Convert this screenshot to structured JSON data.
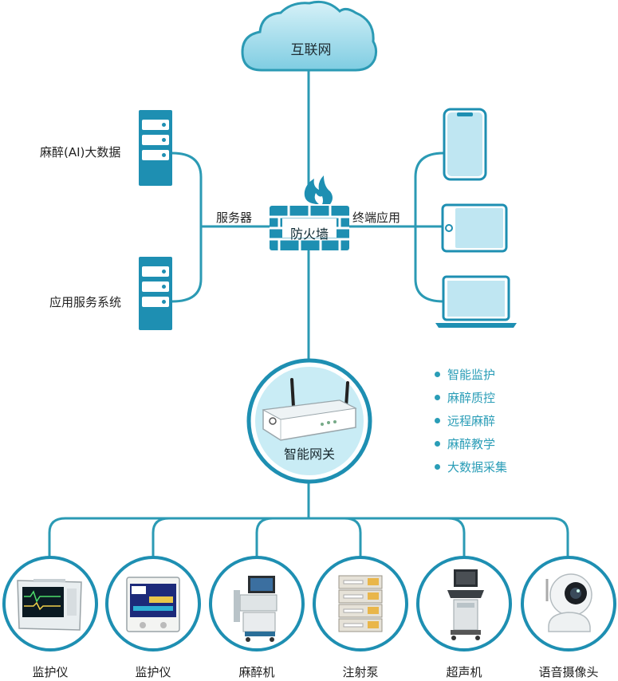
{
  "cloud": {
    "label": "互联网"
  },
  "firewall": {
    "label": "防火墙"
  },
  "servers": {
    "group_label": "服务器",
    "items": [
      {
        "label": "麻醉(AI)大数据"
      },
      {
        "label": "应用服务系统"
      }
    ]
  },
  "terminals": {
    "group_label": "终端应用"
  },
  "gateway": {
    "label": "智能网关"
  },
  "features": [
    "智能监护",
    "麻醉质控",
    "远程麻醉",
    "麻醉教学",
    "大数据采集"
  ],
  "devices": [
    {
      "label": "监护仪",
      "icon": "monitor-icon"
    },
    {
      "label": "监护仪",
      "icon": "monitor-icon"
    },
    {
      "label": "麻醉机",
      "icon": "anesthesia-machine-icon"
    },
    {
      "label": "注射泵",
      "icon": "syringe-pump-icon"
    },
    {
      "label": "超声机",
      "icon": "ultrasound-icon"
    },
    {
      "label": "语音摄像头",
      "icon": "camera-icon"
    }
  ],
  "colors": {
    "accent": "#2a9db7",
    "line": "#2b9ab4",
    "dark": "#0f6f8e"
  }
}
